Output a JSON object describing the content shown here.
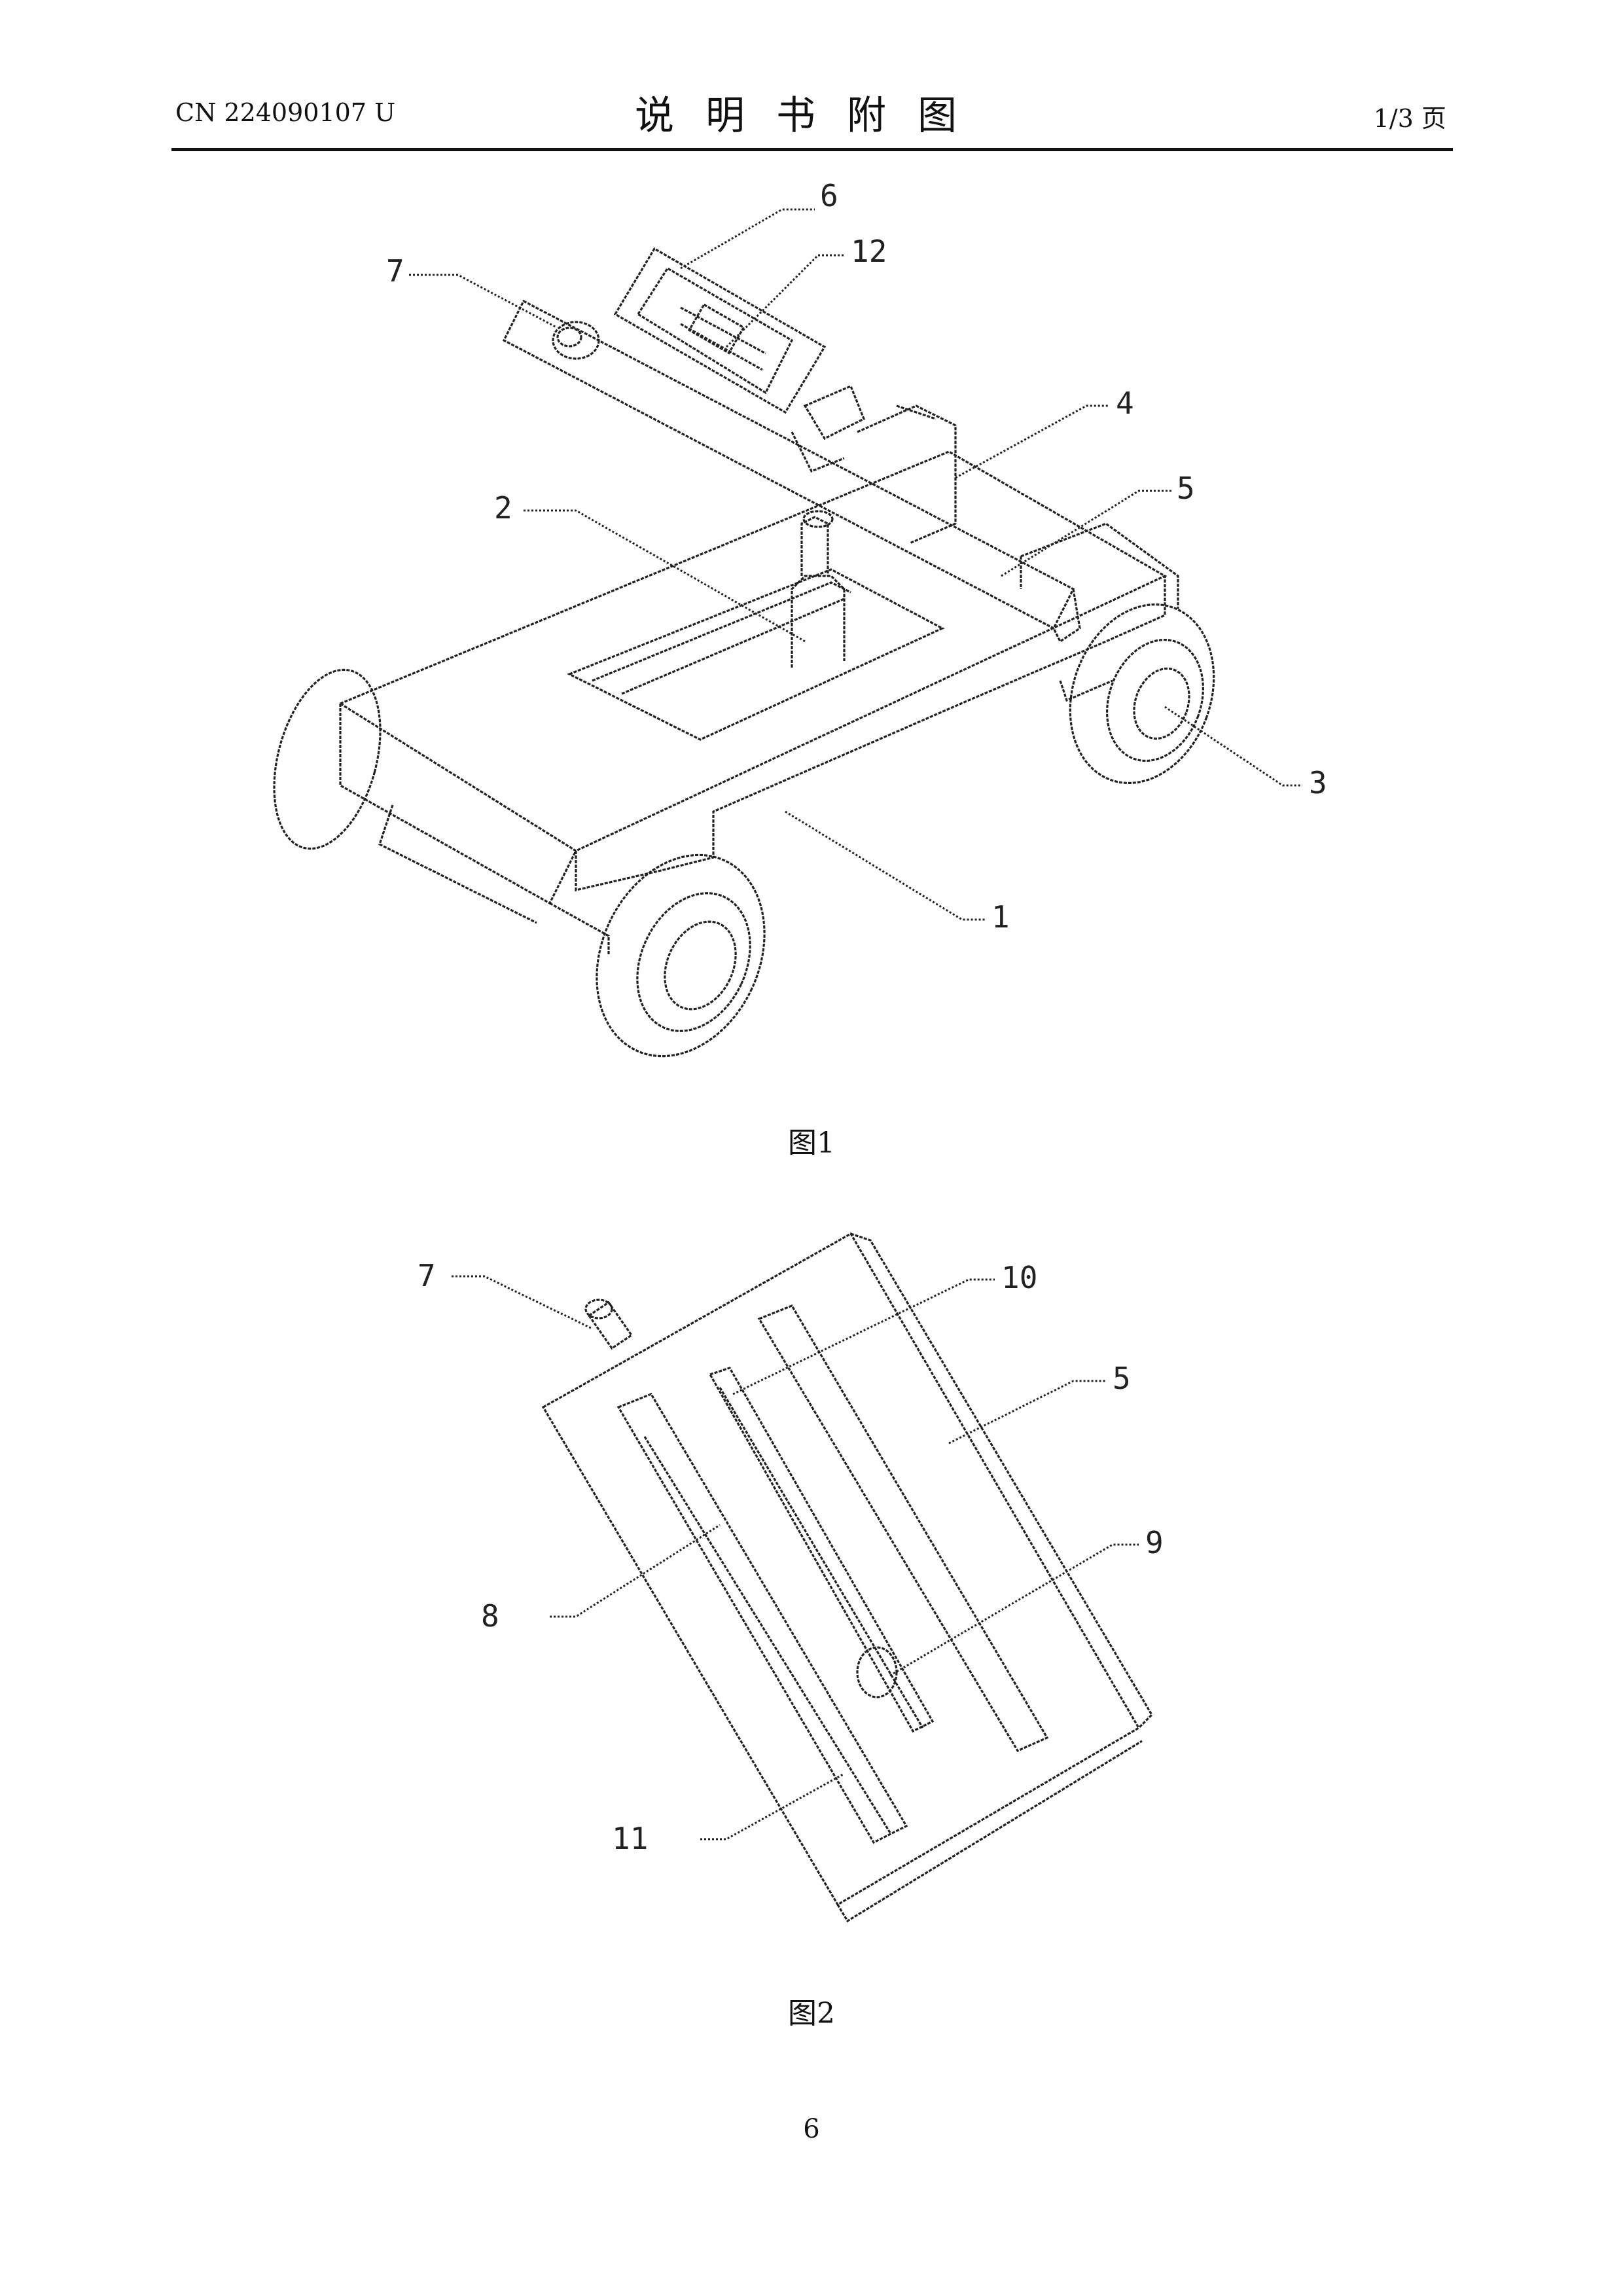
{
  "header": {
    "publication_number": "CN 224090107 U",
    "title": "说明书附图",
    "page_of": "1/3 页"
  },
  "figures": [
    {
      "caption": "图1",
      "labels": [
        "1",
        "2",
        "3",
        "4",
        "5",
        "6",
        "7",
        "12"
      ]
    },
    {
      "caption": "图2",
      "labels": [
        "5",
        "7",
        "8",
        "9",
        "10",
        "11"
      ]
    }
  ],
  "footer": {
    "page_number": "6"
  }
}
